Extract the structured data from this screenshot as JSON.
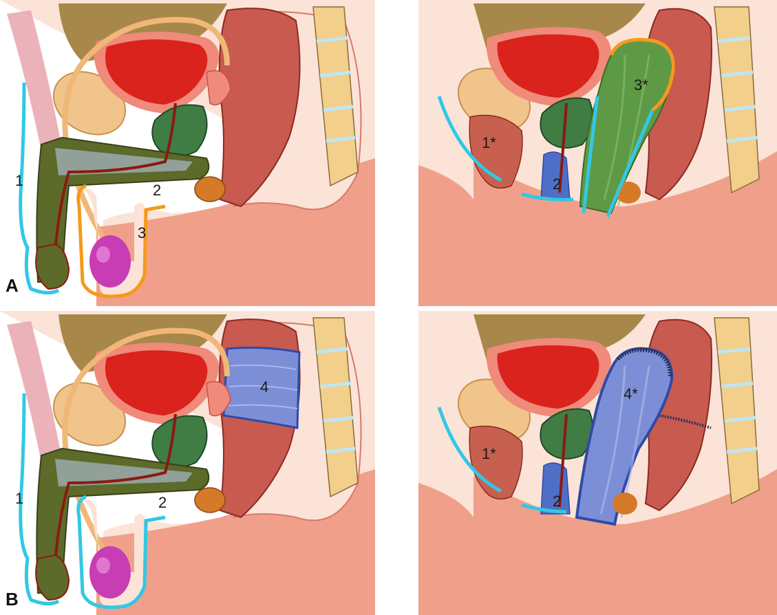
{
  "panel_letters": {
    "a": "A",
    "b": "B"
  },
  "labels": {
    "a_left": {
      "l1": "1",
      "l2": "2",
      "l3": "3"
    },
    "a_right": {
      "l1": "1*",
      "l2": "2",
      "l3": "3*"
    },
    "b_left": {
      "l1": "1",
      "l2": "2",
      "l4": "4"
    },
    "b_right": {
      "l1": "1*",
      "l2": "2",
      "l4": "4*"
    }
  },
  "colors": {
    "skin": "#f0a08a",
    "skin_dark": "#d9786a",
    "skin_light": "#fbe3d8",
    "bladder": "#d9231c",
    "bladder_rim": "#f08a7a",
    "prostate": "#3f7d45",
    "vessel": "#8b1a10",
    "vas": "#f0b878",
    "pubis": "#f0c48a",
    "rectum": "#c85a50",
    "spine": "#f2cf8a",
    "spine_disc": "#bfe6f2",
    "testis": "#c83cb4",
    "gland": "#d47a28",
    "penis": "#5c6a2a",
    "corpus": "#a8b8c8",
    "cyan_margin": "#31c8e6",
    "orange_margin": "#f59a1c",
    "flap_green": "#5e9a45",
    "flap_blue": "#4f6fc6",
    "flap_blue_dark": "#2f4aa8",
    "neovagina_blue": "#3d5fb8"
  }
}
